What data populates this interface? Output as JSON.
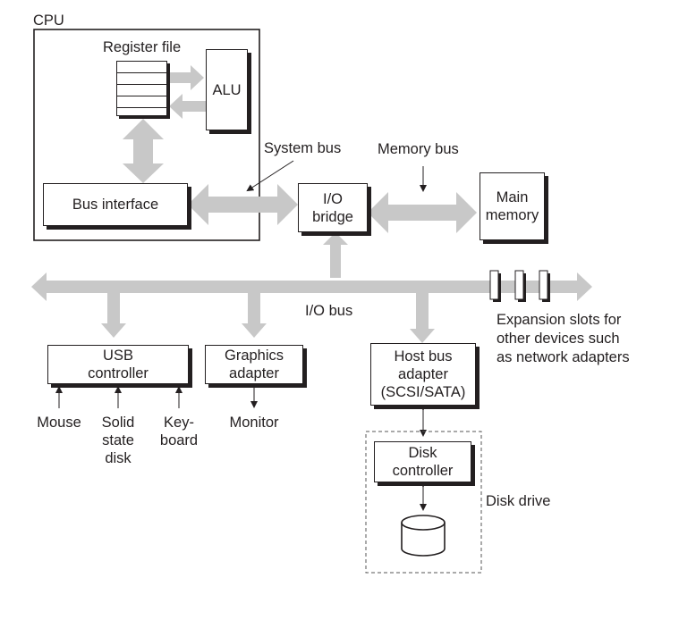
{
  "cpu": {
    "label": "CPU",
    "register_file": {
      "label": "Register file",
      "register_count": 5
    },
    "alu": {
      "label": "ALU"
    },
    "bus_interface": {
      "label": "Bus interface"
    }
  },
  "buses": {
    "system_bus": "System bus",
    "memory_bus": "Memory bus",
    "io_bus": "I/O bus"
  },
  "io_bridge": {
    "line1": "I/O",
    "line2": "bridge"
  },
  "main_memory": {
    "line1": "Main",
    "line2": "memory"
  },
  "expansion_slots": {
    "count": 3,
    "caption": [
      "Expansion slots for",
      "other devices such",
      "as network adapters"
    ]
  },
  "usb_controller": {
    "line1": "USB",
    "line2": "controller",
    "devices": [
      {
        "lines": [
          "Mouse"
        ]
      },
      {
        "lines": [
          "Solid",
          "state",
          "disk"
        ]
      },
      {
        "lines": [
          "Key-",
          "board"
        ]
      }
    ]
  },
  "graphics_adapter": {
    "line1": "Graphics",
    "line2": "adapter",
    "device": "Monitor"
  },
  "host_bus_adapter": {
    "line1": "Host bus",
    "line2": "adapter",
    "line3": "(SCSI/SATA)"
  },
  "disk_drive": {
    "label": "Disk drive",
    "controller": {
      "line1": "Disk",
      "line2": "controller"
    }
  },
  "colors": {
    "ink": "#231f20",
    "bus_gray": "#c8c8c8",
    "background": "#ffffff"
  }
}
